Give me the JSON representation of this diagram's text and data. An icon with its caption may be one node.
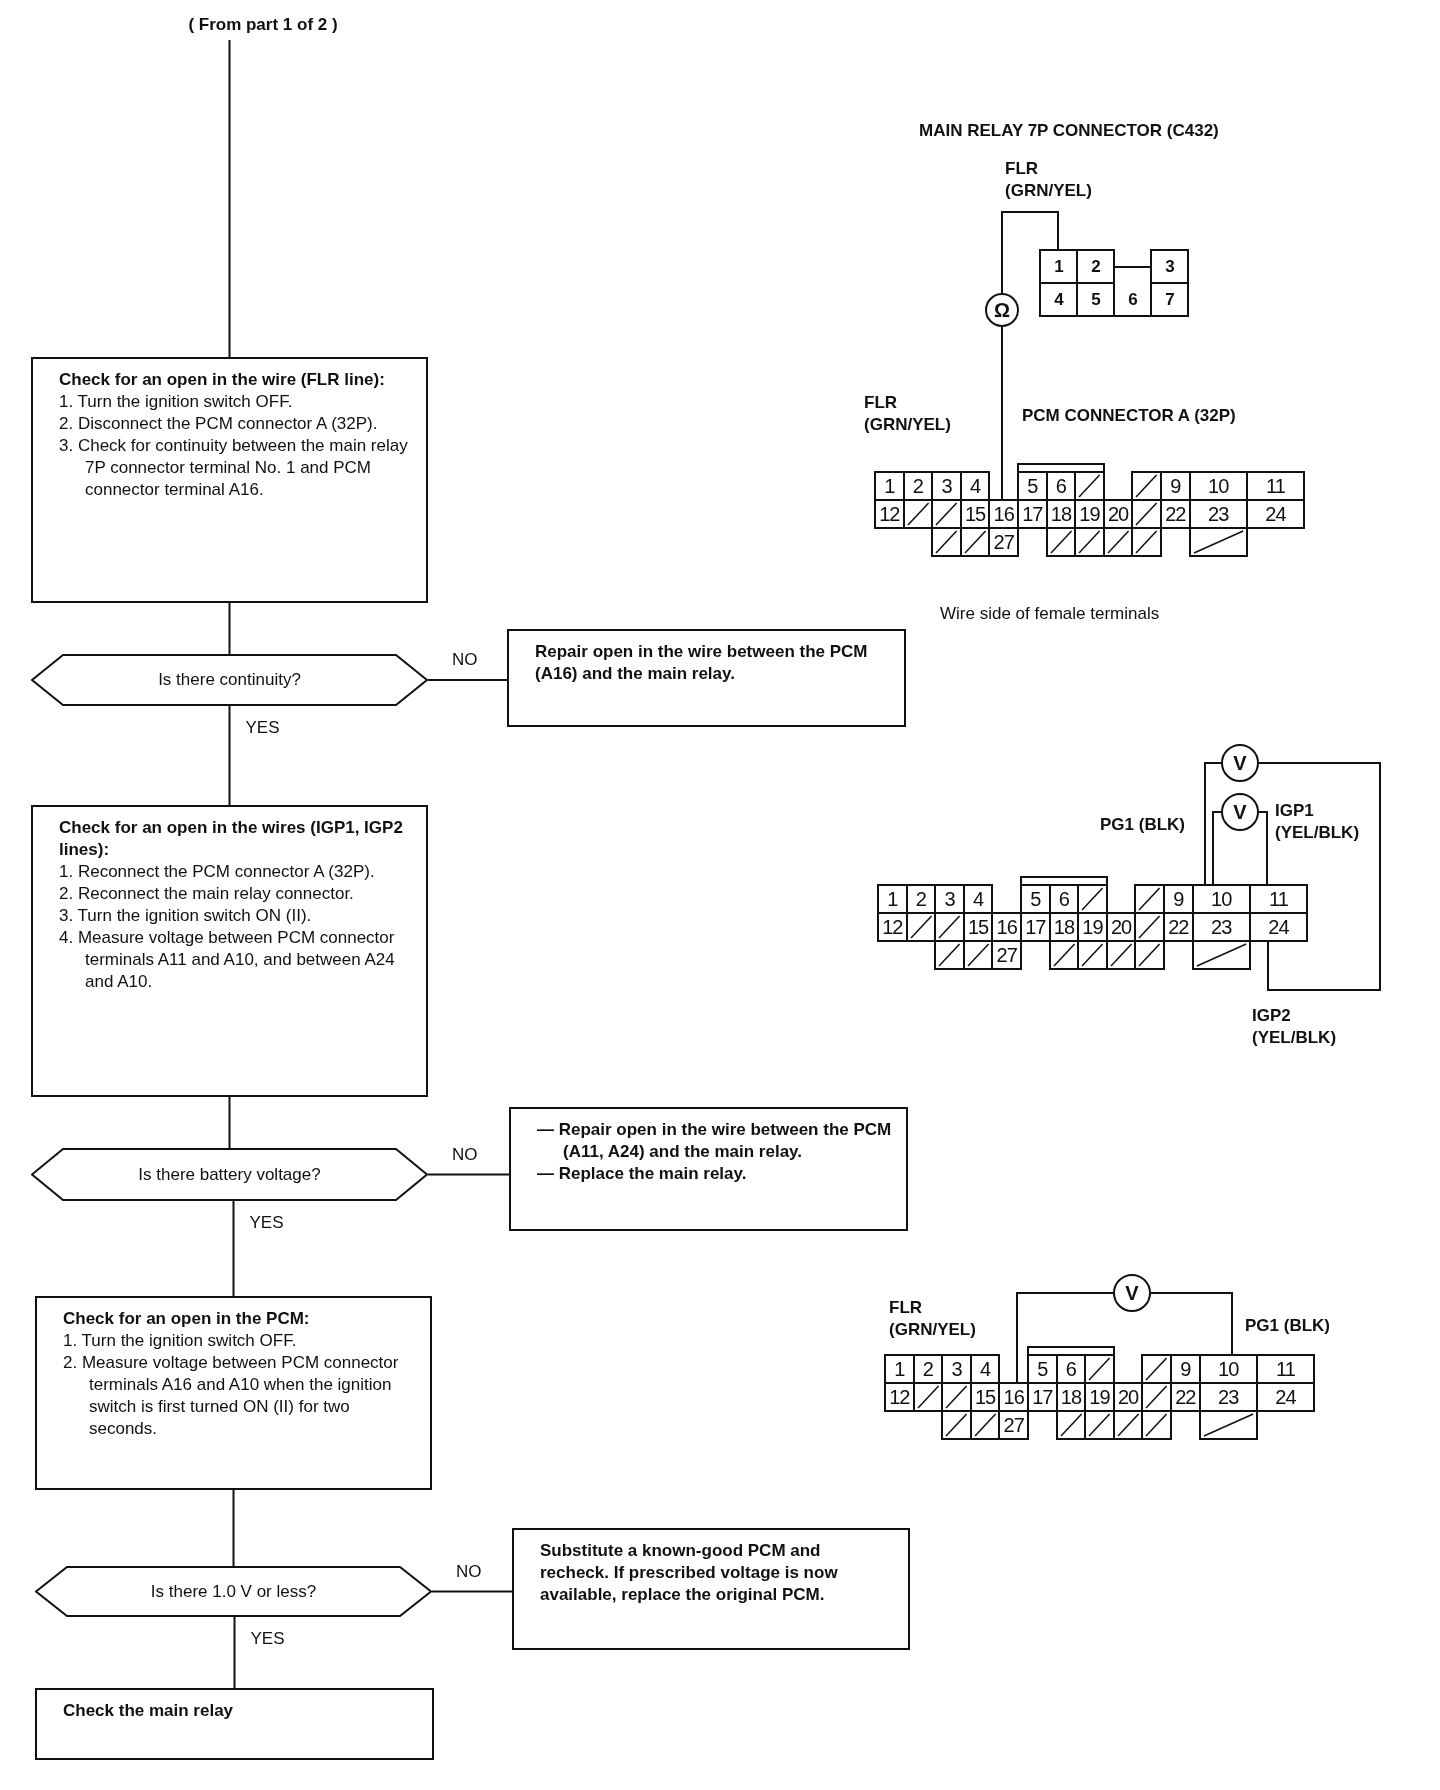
{
  "diagram": {
    "nodes": [
      {
        "text": [
          "( From part 1 of 2 )"
        ]
      },
      {
        "text": [
          "Check for an open in the wire (FLR line):",
          "1. Turn the ignition switch OFF.",
          "2. Disconnect the PCM connector A (32P).",
          "3. Check for continuity between the main relay 7P connector terminal No. 1 and PCM connector terminal A16."
        ]
      },
      {
        "text": [
          "Is there continuity?"
        ]
      },
      {
        "text": [
          "Repair open in the wire between the PCM (A16) and the main relay."
        ]
      },
      {
        "text": [
          "Check for an open in the wires (IGP1, IGP2 lines):",
          "1. Reconnect the PCM connector A (32P).",
          "2. Reconnect the main relay connector.",
          "3. Turn the ignition switch ON (II).",
          "4. Measure voltage between PCM connector terminals A11 and A10, and between A24 and A10."
        ]
      },
      {
        "text": [
          "Is there battery voltage?"
        ]
      },
      {
        "text": [
          "— Repair open in the wire between the PCM (A11, A24) and the main relay.",
          "— Replace the main relay."
        ]
      },
      {
        "text": [
          "Check for an open in the PCM:",
          "1. Turn the ignition switch OFF.",
          "2. Measure voltage between PCM connector terminals A16 and A10 when the ignition switch is first turned ON (II) for two seconds."
        ]
      },
      {
        "text": [
          "Is there 1.0 V or less?"
        ]
      },
      {
        "text": [
          "Substitute a known-good PCM and recheck. If prescribed voltage is now available, replace the original PCM."
        ]
      },
      {
        "text": [
          "Check the main relay"
        ]
      },
      {
        "text": [
          "Ω"
        ]
      },
      {
        "text": [
          "V"
        ]
      },
      {
        "text": [
          "V"
        ]
      },
      {
        "text": [
          "V"
        ]
      },
      {
        "text": [
          "1"
        ]
      },
      {
        "text": [
          "2"
        ]
      },
      {
        "text": [
          "3"
        ]
      },
      {
        "text": [
          "4"
        ]
      },
      {
        "text": [
          "5"
        ]
      },
      {
        "text": [
          "6"
        ]
      },
      {
        "text": [
          "7"
        ]
      },
      {
        "text": [
          "1"
        ]
      },
      {
        "text": [
          "2"
        ]
      },
      {
        "text": [
          "3"
        ]
      },
      {
        "text": [
          "4"
        ]
      },
      {
        "text": [
          "5"
        ]
      },
      {
        "text": [
          "6"
        ]
      },
      {
        "text": [],
        "shape": "box"
      },
      {
        "text": [],
        "shape": "box"
      },
      {
        "text": [
          "9"
        ]
      },
      {
        "text": [
          "10"
        ]
      },
      {
        "text": [
          "11"
        ]
      },
      {
        "text": [
          "12"
        ]
      },
      {
        "text": [],
        "shape": "box"
      },
      {
        "text": [],
        "shape": "box"
      },
      {
        "text": [
          "15"
        ]
      },
      {
        "text": [
          "16"
        ]
      },
      {
        "text": [
          "17"
        ]
      },
      {
        "text": [
          "18"
        ]
      },
      {
        "text": [
          "19"
        ]
      },
      {
        "text": [
          "20"
        ]
      },
      {
        "text": [],
        "shape": "box"
      },
      {
        "text": [
          "22"
        ]
      },
      {
        "text": [
          "23"
        ]
      },
      {
        "text": [
          "24"
        ]
      },
      {
        "text": [],
        "shape": "box"
      },
      {
        "text": [],
        "shape": "box"
      },
      {
        "text": [
          "27"
        ]
      },
      {
        "text": [],
        "shape": "box"
      },
      {
        "text": [],
        "shape": "box"
      },
      {
        "text": [],
        "shape": "box"
      },
      {
        "text": [],
        "shape": "box"
      },
      {
        "text": [],
        "shape": "box"
      },
      {
        "text": [
          "1"
        ]
      },
      {
        "text": [
          "2"
        ]
      },
      {
        "text": [
          "3"
        ]
      },
      {
        "text": [
          "4"
        ]
      },
      {
        "text": [
          "5"
        ]
      },
      {
        "text": [
          "6"
        ]
      },
      {
        "text": [],
        "shape": "box"
      },
      {
        "text": [],
        "shape": "box"
      },
      {
        "text": [
          "9"
        ]
      },
      {
        "text": [
          "10"
        ]
      },
      {
        "text": [
          "11"
        ]
      },
      {
        "text": [
          "12"
        ]
      },
      {
        "text": [],
        "shape": "box"
      },
      {
        "text": [],
        "shape": "box"
      },
      {
        "text": [
          "15"
        ]
      },
      {
        "text": [
          "16"
        ]
      },
      {
        "text": [
          "17"
        ]
      },
      {
        "text": [
          "18"
        ]
      },
      {
        "text": [
          "19"
        ]
      },
      {
        "text": [
          "20"
        ]
      },
      {
        "text": [],
        "shape": "box"
      },
      {
        "text": [
          "22"
        ]
      },
      {
        "text": [
          "23"
        ]
      },
      {
        "text": [
          "24"
        ]
      },
      {
        "text": [],
        "shape": "box"
      },
      {
        "text": [],
        "shape": "box"
      },
      {
        "text": [
          "27"
        ]
      },
      {
        "text": [],
        "shape": "box"
      },
      {
        "text": [],
        "shape": "box"
      },
      {
        "text": [],
        "shape": "box"
      },
      {
        "text": [],
        "shape": "box"
      },
      {
        "text": [],
        "shape": "box"
      },
      {
        "text": [
          "1"
        ]
      },
      {
        "text": [
          "2"
        ]
      },
      {
        "text": [
          "3"
        ]
      },
      {
        "text": [
          "4"
        ]
      },
      {
        "text": [
          "5"
        ]
      },
      {
        "text": [
          "6"
        ]
      },
      {
        "text": [],
        "shape": "box"
      },
      {
        "text": [],
        "shape": "box"
      },
      {
        "text": [
          "9"
        ]
      },
      {
        "text": [
          "10"
        ]
      },
      {
        "text": [
          "11"
        ]
      },
      {
        "text": [
          "12"
        ]
      },
      {
        "text": [],
        "shape": "box"
      },
      {
        "text": [],
        "shape": "box"
      },
      {
        "text": [
          "15"
        ]
      },
      {
        "text": [
          "16"
        ]
      },
      {
        "text": [
          "17"
        ]
      },
      {
        "text": [
          "18"
        ]
      },
      {
        "text": [
          "19"
        ]
      },
      {
        "text": [
          "20"
        ]
      },
      {
        "text": [],
        "shape": "box"
      },
      {
        "text": [
          "22"
        ]
      },
      {
        "text": [
          "23"
        ]
      },
      {
        "text": [
          "24"
        ]
      },
      {
        "text": [],
        "shape": "box"
      },
      {
        "text": [],
        "shape": "box"
      },
      {
        "text": [
          "27"
        ]
      },
      {
        "text": [],
        "shape": "box"
      },
      {
        "text": [],
        "shape": "box"
      },
      {
        "text": [],
        "shape": "box"
      },
      {
        "text": [],
        "shape": "box"
      },
      {
        "text": [],
        "shape": "box"
      }
    ],
    "edges": [
      {
        "from": 0,
        "to": 1,
        "arrow": "none"
      },
      {
        "from": 1,
        "to": 2,
        "arrow": "none"
      },
      {
        "from": 2,
        "to": 3,
        "arrow": "none",
        "label": "NO"
      },
      {
        "from": 2,
        "to": 4,
        "arrow": "none",
        "label": "YES"
      },
      {
        "from": 4,
        "to": 5,
        "arrow": "none"
      },
      {
        "from": 5,
        "to": 6,
        "arrow": "none",
        "label": "NO"
      },
      {
        "from": 5,
        "to": 7,
        "arrow": "none",
        "label": "YES"
      },
      {
        "from": 7,
        "to": 8,
        "arrow": "none"
      },
      {
        "from": 8,
        "to": 9,
        "arrow": "none",
        "label": "NO"
      },
      {
        "from": 8,
        "to": 10,
        "arrow": "none",
        "label": "YES"
      },
      {
        "from": 11,
        "to": 15,
        "arrow": "none"
      },
      {
        "from": 11,
        "to": 37,
        "arrow": "none"
      },
      {
        "from": 12,
        "to": 63,
        "arrow": "none"
      },
      {
        "from": 12,
        "to": 77,
        "arrow": "none"
      },
      {
        "from": 13,
        "to": 63,
        "arrow": "none"
      },
      {
        "from": 13,
        "to": 64,
        "arrow": "none"
      },
      {
        "from": 14,
        "to": 101,
        "arrow": "none"
      },
      {
        "from": 14,
        "to": 95,
        "arrow": "none"
      }
    ],
    "labels": [
      "MAIN RELAY 7P CONNECTOR (C432)",
      "FLR (GRN/YEL)",
      "FLR (GRN/YEL)",
      "PCM CONNECTOR A (32P)",
      "Wire side of female terminals",
      "PG1 (BLK)",
      "IGP1 (YEL/BLK)",
      "IGP2 (YEL/BLK)",
      "FLR (GRN/YEL)",
      "PG1 (BLK)"
    ]
  }
}
